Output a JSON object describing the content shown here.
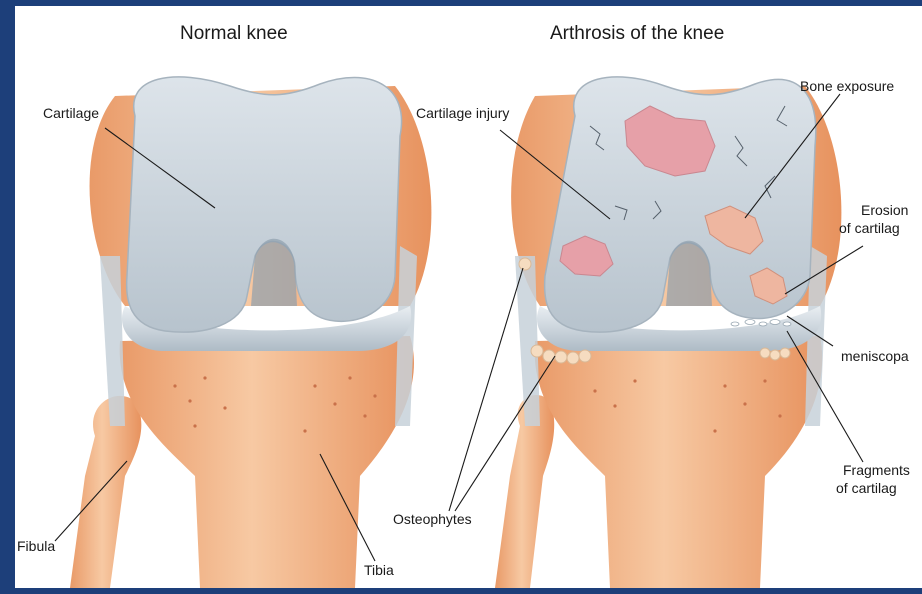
{
  "titles": {
    "normal": "Normal knee",
    "arthrosis": "Arthrosis of the knee"
  },
  "labels": {
    "cartilage": "Cartilage",
    "fibula": "Fibula",
    "tibia": "Tibia",
    "cartilage_injury": "Cartilage injury",
    "bone_exposure": "Bone exposure",
    "erosion_line1": "Erosion",
    "erosion_line2": "of cartilag",
    "meniscopathy": "meniscopa",
    "fragments_line1": "Fragments",
    "fragments_line2": "of cartilag",
    "osteophytes": "Osteophytes"
  },
  "colors": {
    "border": "#1d3f7a",
    "cartilage": "#c9d3db",
    "bone": "#f2b58a",
    "lesion": "#e6a0a8"
  }
}
